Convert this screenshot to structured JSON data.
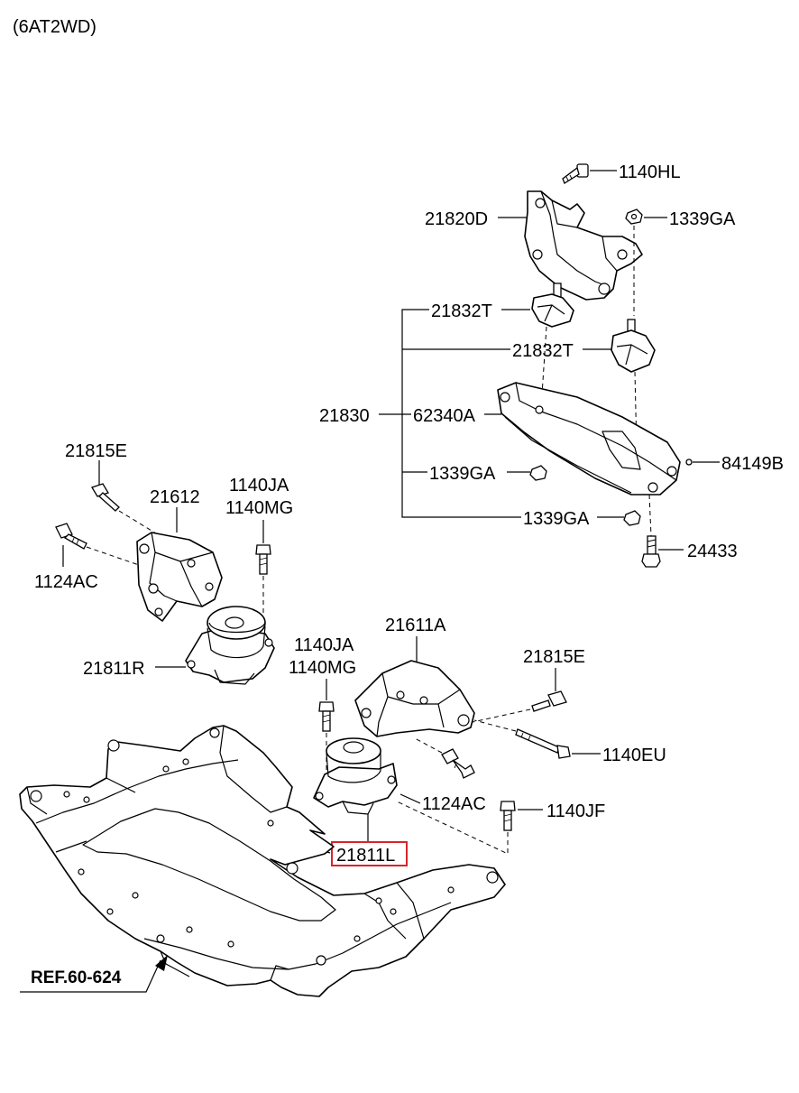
{
  "header": {
    "variant": "(6AT2WD)"
  },
  "colors": {
    "line": "#000000",
    "background": "#ffffff",
    "highlight": "#d6262b"
  },
  "labels": {
    "p_1140HL": "1140HL",
    "p_21820D": "21820D",
    "p_1339GA_top": "1339GA",
    "p_21832T_a": "21832T",
    "p_21832T_b": "21832T",
    "p_21830": "21830",
    "p_62340A": "62340A",
    "p_84149B": "84149B",
    "p_1339GA_mid": "1339GA",
    "p_1339GA_low": "1339GA",
    "p_24433": "24433",
    "p_21815E_left": "21815E",
    "p_21612": "21612",
    "p_1140JA_left": "1140JA",
    "p_1140MG_left": "1140MG",
    "p_1124AC_left": "1124AC",
    "p_21811R": "21811R",
    "p_21611A": "21611A",
    "p_21815E_right": "21815E",
    "p_1140JA_right": "1140JA",
    "p_1140MG_right": "1140MG",
    "p_1140EU": "1140EU",
    "p_1124AC_right": "1124AC",
    "p_1140JF": "1140JF",
    "p_21811L": "21811L",
    "ref": "REF.60-624"
  }
}
